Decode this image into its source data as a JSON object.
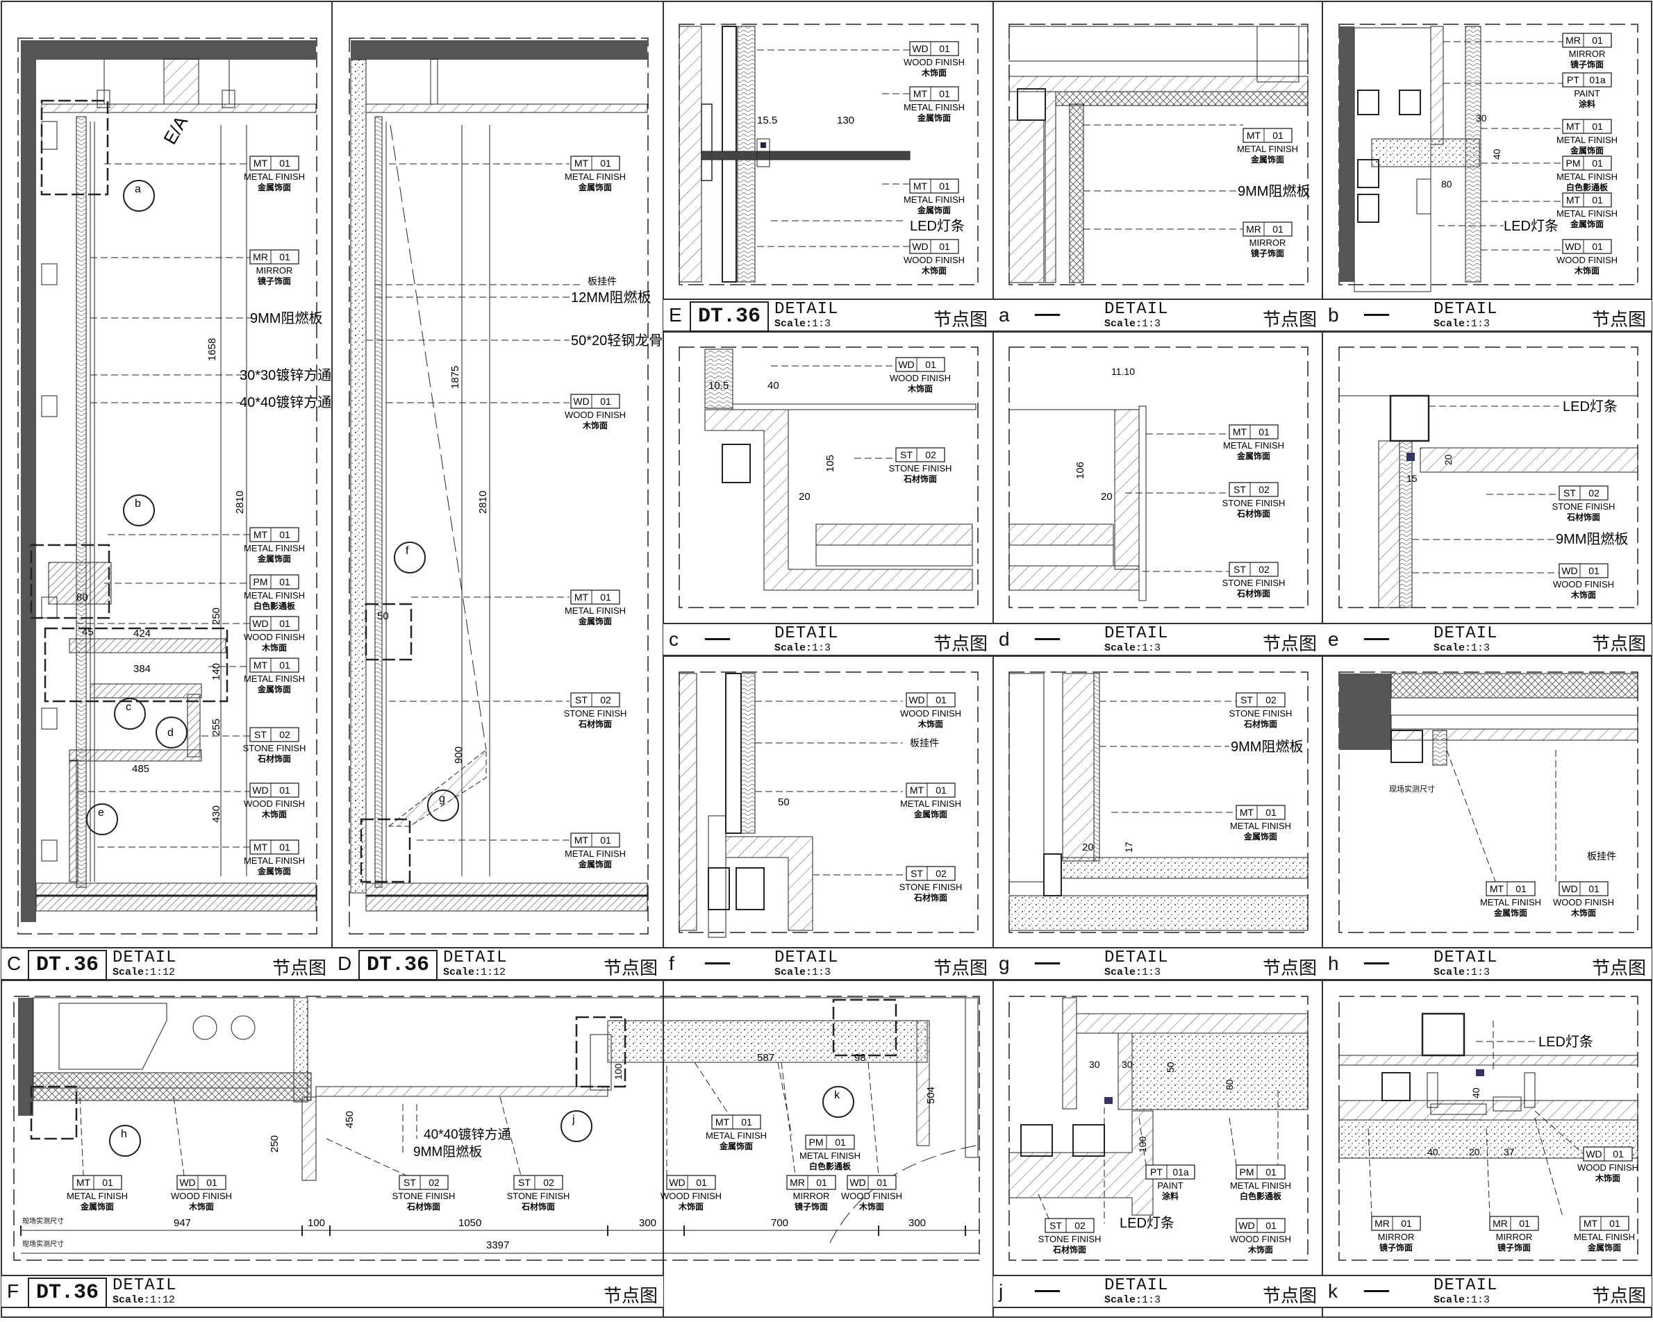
{
  "common": {
    "detail": "DETAIL",
    "scale_prefix": "Scale:",
    "cn_title": "节点图"
  },
  "panels": {
    "C": {
      "letter": "C",
      "ref": "DT.36",
      "scale": "1:12"
    },
    "D": {
      "letter": "D",
      "ref": "DT.36",
      "scale": "1:12"
    },
    "E": {
      "letter": "E",
      "ref": "DT.36",
      "scale": "1:3"
    },
    "a": {
      "letter": "a",
      "ref": "——",
      "scale": "1:3"
    },
    "b": {
      "letter": "b",
      "ref": "——",
      "scale": "1:3"
    },
    "c": {
      "letter": "c",
      "ref": "——",
      "scale": "1:3"
    },
    "d": {
      "letter": "d",
      "ref": "——",
      "scale": "1:3"
    },
    "e": {
      "letter": "e",
      "ref": "——",
      "scale": "1:3"
    },
    "f": {
      "letter": "f",
      "ref": "——",
      "scale": "1:3"
    },
    "g": {
      "letter": "g",
      "ref": "——",
      "scale": "1:3"
    },
    "h": {
      "letter": "h",
      "ref": "——",
      "scale": "1:3"
    },
    "F": {
      "letter": "F",
      "ref": "DT.36",
      "scale": "1:12"
    },
    "j": {
      "letter": "j",
      "ref": "——",
      "scale": "1:3"
    },
    "k": {
      "letter": "k",
      "ref": "——",
      "scale": "1:3"
    }
  },
  "tags": {
    "mt": {
      "code": "MT",
      "num": "01",
      "en": "METAL FINISH",
      "cn": "金属饰面"
    },
    "mr": {
      "code": "MR",
      "num": "01",
      "en": "MIRROR",
      "cn": "镜子饰面"
    },
    "wd": {
      "code": "WD",
      "num": "01",
      "en": "WOOD FINISH",
      "cn": "木饰面"
    },
    "st": {
      "code": "ST",
      "num": "02",
      "en": "STONE FINISH",
      "cn": "石材饰面"
    },
    "pm": {
      "code": "PM",
      "num": "01",
      "en": "METAL FINISH",
      "cn": "白色影通板"
    },
    "pt": {
      "code": "PT",
      "num": "01a",
      "en": "PAINT",
      "cn": "涂料"
    }
  },
  "notes": {
    "board9": "9MM阻燃板",
    "board12": "12MM阻燃板",
    "tube30": "30*30镀锌方通",
    "tube40": "40*40镀锌方通",
    "keel": "50*20轻钢龙骨",
    "hanger": "板挂件",
    "led": "LED灯条",
    "dim_site": "现场实测尺寸"
  },
  "dims": {
    "C": {
      "h1": "1658",
      "h2": "2810",
      "w1": "424",
      "w2": "384",
      "w3": "485",
      "d1": "80",
      "d2": "45",
      "v1": "250",
      "v2": "255",
      "v3": "430",
      "v4": "140"
    },
    "D": {
      "h1": "1875",
      "h2": "2810",
      "v1": "900",
      "v2": "50"
    },
    "E": {
      "a": "130",
      "b": "15.5"
    },
    "c": {
      "a": "10.5",
      "b": "40",
      "c": "105",
      "d": "20"
    },
    "d": {
      "a": "11.10",
      "b": "106",
      "c": "20"
    },
    "e": {
      "a": "20",
      "b": "15"
    },
    "f": {
      "a": "50"
    },
    "g": {
      "a": "20",
      "b": "17"
    },
    "b": {
      "a": "30",
      "b": "80",
      "c": "40"
    },
    "j": {
      "a": "30",
      "b": "50",
      "c": "80",
      "d": "100"
    },
    "k": {
      "a": "40",
      "b": "20",
      "c": "37"
    },
    "F": {
      "a": "947",
      "b": "100",
      "c": "1050",
      "d": "300",
      "e": "700",
      "f": "300",
      "total": "3397",
      "g": "587",
      "h": "98",
      "i": "450",
      "j": "250",
      "k": "504",
      "l": "100"
    },
    "callout_ea": "E/A",
    "bubble_a": "a",
    "bubble_b": "b",
    "bubble_c": "c",
    "bubble_d": "d",
    "bubble_e": "e",
    "bubble_f": "f",
    "bubble_g": "g",
    "bubble_h": "h",
    "bubble_j": "j",
    "bubble_k": "k"
  }
}
